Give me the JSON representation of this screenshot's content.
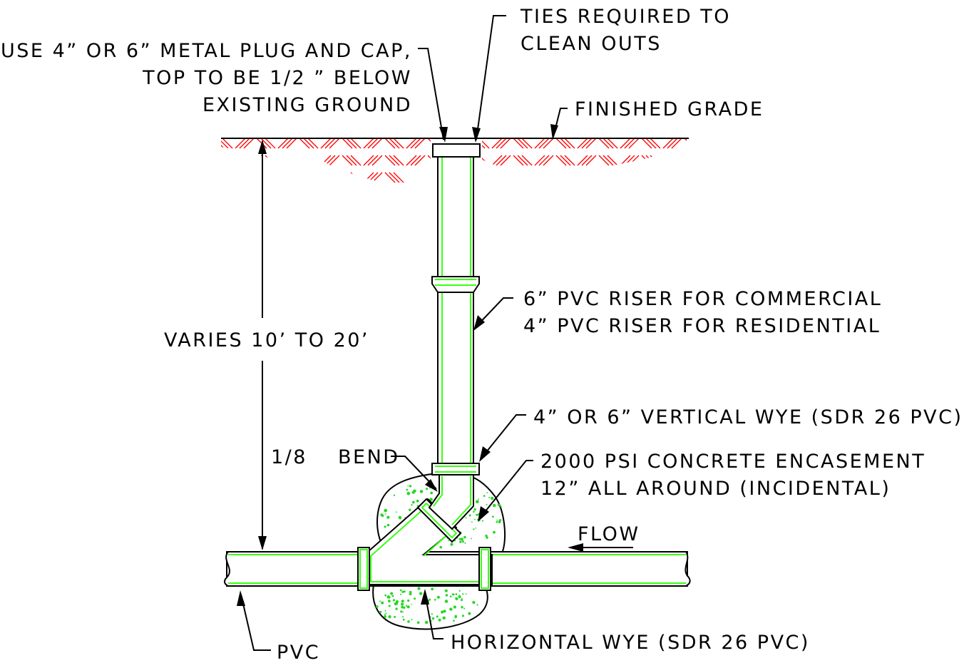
{
  "colors": {
    "pipe_highlight": "#39ff14",
    "soil_hatch": "#ff0000",
    "concrete_stipple": "#27d627",
    "linework": "#000000"
  },
  "labels": {
    "plug_cap_1": "USE 4” OR 6” METAL PLUG AND CAP,",
    "plug_cap_2": "TOP TO BE 1/2 ” BELOW",
    "plug_cap_3": "EXISTING GROUND",
    "ties_1": "TIES REQUIRED TO",
    "ties_2": "CLEAN OUTS",
    "finished_grade": "FINISHED GRADE",
    "varies": "VARIES 10’ TO 20’",
    "riser_1": "6” PVC RISER FOR COMMERCIAL",
    "riser_2": "4” PVC RISER FOR RESIDENTIAL",
    "vertical_wye": "4” OR 6” VERTICAL WYE (SDR 26 PVC)",
    "concrete_1": "2000 PSI CONCRETE ENCASEMENT",
    "concrete_2": "12” ALL AROUND (INCIDENTAL)",
    "bend_fraction": "1/8",
    "bend": "BEND",
    "flow": "FLOW",
    "horizontal_wye": "HORIZONTAL WYE (SDR 26 PVC)",
    "pvc": "PVC"
  }
}
